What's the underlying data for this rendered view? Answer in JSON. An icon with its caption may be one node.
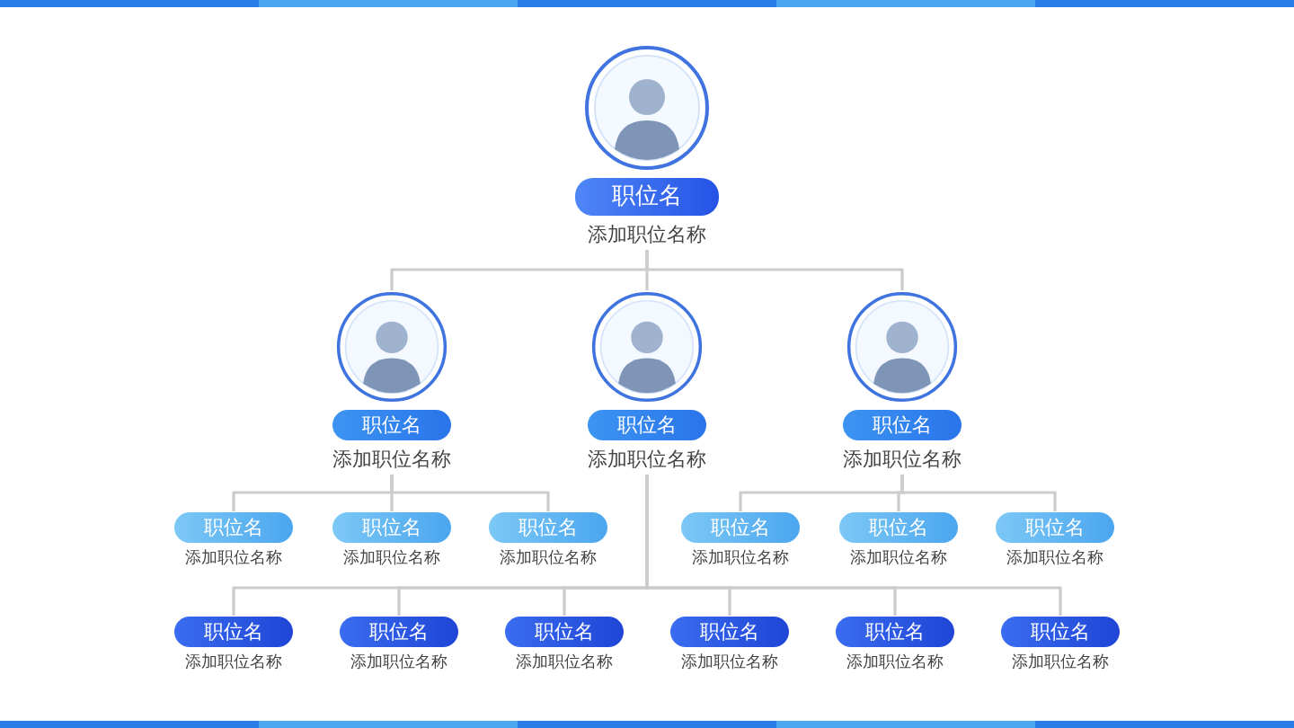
{
  "diagram": {
    "nodes": [
      {
        "text": [
          "职位名",
          "添加职位名称"
        ]
      },
      {
        "text": [
          "职位名",
          "添加职位名称"
        ]
      },
      {
        "text": [
          "职位名",
          "添加职位名称"
        ]
      },
      {
        "text": [
          "职位名",
          "添加职位名称"
        ]
      },
      {
        "text": [
          "职位名",
          "添加职位名称"
        ]
      },
      {
        "text": [
          "职位名",
          "添加职位名称"
        ]
      },
      {
        "text": [
          "职位名",
          "添加职位名称"
        ]
      },
      {
        "text": [
          "职位名",
          "添加职位名称"
        ]
      },
      {
        "text": [
          "职位名",
          "添加职位名称"
        ]
      },
      {
        "text": [
          "职位名",
          "添加职位名称"
        ]
      },
      {
        "text": [
          "职位名",
          "添加职位名称"
        ]
      },
      {
        "text": [
          "职位名",
          "添加职位名称"
        ]
      },
      {
        "text": [
          "职位名",
          "添加职位名称"
        ]
      },
      {
        "text": [
          "职位名",
          "添加职位名称"
        ]
      },
      {
        "text": [
          "职位名",
          "添加职位名称"
        ]
      },
      {
        "text": [
          "职位名",
          "添加职位名称"
        ]
      }
    ],
    "edges": [
      {
        "from": 0,
        "to": 1,
        "arrow": "none"
      },
      {
        "from": 0,
        "to": 2,
        "arrow": "none"
      },
      {
        "from": 0,
        "to": 3,
        "arrow": "none"
      },
      {
        "from": 1,
        "to": 4,
        "arrow": "none"
      },
      {
        "from": 1,
        "to": 5,
        "arrow": "none"
      },
      {
        "from": 1,
        "to": 6,
        "arrow": "none"
      },
      {
        "from": 3,
        "to": 7,
        "arrow": "none"
      },
      {
        "from": 3,
        "to": 8,
        "arrow": "none"
      },
      {
        "from": 3,
        "to": 9,
        "arrow": "none"
      },
      {
        "from": 2,
        "to": 10,
        "arrow": "none"
      },
      {
        "from": 2,
        "to": 11,
        "arrow": "none"
      },
      {
        "from": 2,
        "to": 12,
        "arrow": "none"
      },
      {
        "from": 2,
        "to": 13,
        "arrow": "none"
      },
      {
        "from": 2,
        "to": 14,
        "arrow": "none"
      },
      {
        "from": 2,
        "to": 15,
        "arrow": "none"
      }
    ]
  }
}
